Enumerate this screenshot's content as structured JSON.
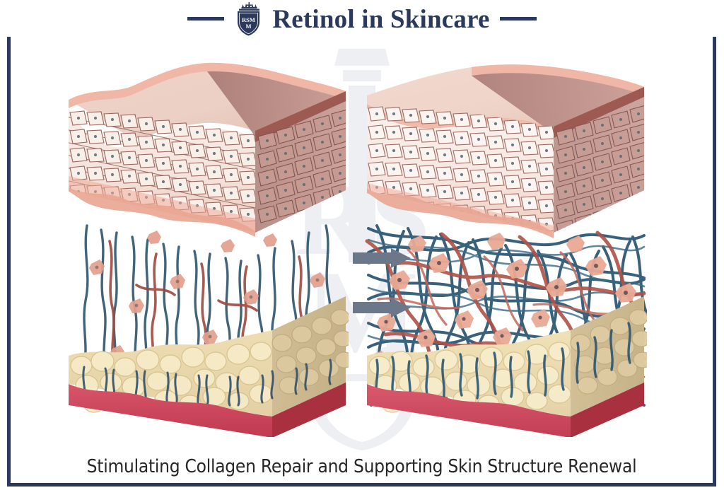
{
  "header": {
    "title": "Retinol in Skincare",
    "logo_icon": "rsm-shield-crown-logo",
    "logo_letters_top": "RSM",
    "logo_letters_bottom": "M",
    "left_rule": "horizontal-rule",
    "right_rule": "horizontal-rule",
    "title_color": "#2b3a5c"
  },
  "frame": {
    "border_color": "#2b3a5c",
    "background_color": "#ffffff"
  },
  "watermark": {
    "icon": "rsm-shield-watermark",
    "color": "#eceef2"
  },
  "figure": {
    "alt": "Cross-section comparison of aged skin versus retinol-renewed skin",
    "blocks": [
      {
        "id": "skin-block-aged",
        "name": "aged-skin-cross-section",
        "state": "aged",
        "surface": "uneven-wrinkled",
        "layers": [
          {
            "name": "epidermis",
            "color": "#e9cfc8"
          },
          {
            "name": "dermis",
            "color": "#ffffff"
          },
          {
            "name": "hypodermis-fat",
            "color": "#eedfb6"
          },
          {
            "name": "muscle",
            "color": "#cf4a5c"
          }
        ],
        "collagen_density": "sparse-vertical",
        "collagen_color": "#355a73",
        "elastin_color": "#a64b42",
        "fibroblast_count": 12
      },
      {
        "id": "skin-block-renewed",
        "name": "renewed-skin-cross-section",
        "state": "renewed",
        "surface": "smooth-firm",
        "layers": [
          {
            "name": "epidermis",
            "color": "#e9cfc8"
          },
          {
            "name": "dermis",
            "color": "#ffffff"
          },
          {
            "name": "hypodermis-fat",
            "color": "#eedfb6"
          },
          {
            "name": "muscle",
            "color": "#cf4a5c"
          }
        ],
        "collagen_density": "dense-interwoven",
        "collagen_color": "#2e5a77",
        "elastin_color": "#b4554a",
        "fibroblast_count": 26
      }
    ],
    "arrows": {
      "name": "transformation-arrows",
      "count": 2,
      "direction": "right",
      "color": "#6b7889"
    }
  },
  "caption": {
    "text": "Stimulating Collagen Repair and Supporting Skin Structure Renewal",
    "color": "#262626"
  }
}
